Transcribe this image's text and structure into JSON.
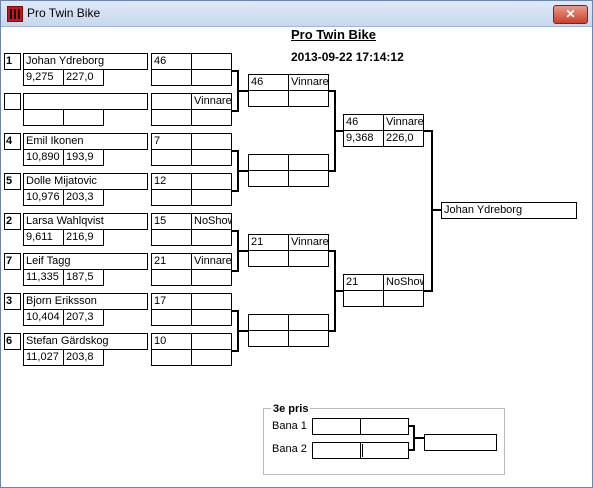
{
  "window": {
    "title": "Pro Twin Bike",
    "close_label": "✕"
  },
  "header": {
    "title": "Pro Twin Bike",
    "datetime": "2013-09-22 17:14:12"
  },
  "seeds": [
    "1",
    "4",
    "5",
    "2",
    "7",
    "3",
    "6"
  ],
  "riders": [
    {
      "name": "Johan Ydreborg",
      "t1": "9,275",
      "t2": "227,0"
    },
    {
      "name": "",
      "t1": "",
      "t2": ""
    },
    {
      "name": "Emil Ikonen",
      "t1": "10,890",
      "t2": "193,9"
    },
    {
      "name": "Dolle Mijatovic",
      "t1": "10,976",
      "t2": "203,3"
    },
    {
      "name": "Larsa Wahlqvist",
      "t1": "9,611",
      "t2": "216,9"
    },
    {
      "name": "Leif Tagg",
      "t1": "11,335",
      "t2": "187,5"
    },
    {
      "name": "Bjorn Eriksson",
      "t1": "10,404",
      "t2": "207,3"
    },
    {
      "name": "Stefan Gärdskog",
      "t1": "11,027",
      "t2": "203,8"
    }
  ],
  "r1": [
    {
      "v": "46",
      "r": ""
    },
    {
      "v": "",
      "r": "Vinnare"
    },
    {
      "v": "7",
      "r": ""
    },
    {
      "v": "12",
      "r": ""
    },
    {
      "v": "15",
      "r": "NoShow"
    },
    {
      "v": "21",
      "r": "Vinnare"
    },
    {
      "v": "17",
      "r": ""
    },
    {
      "v": "10",
      "r": ""
    }
  ],
  "r1_rows2": [
    {
      "a": "",
      "b": ""
    },
    {
      "a": "",
      "b": ""
    },
    {
      "a": "",
      "b": ""
    },
    {
      "a": "",
      "b": ""
    },
    {
      "a": "",
      "b": ""
    },
    {
      "a": "",
      "b": ""
    },
    {
      "a": "",
      "b": ""
    },
    {
      "a": "",
      "b": ""
    }
  ],
  "r2": [
    {
      "v": "46",
      "r": "Vinnare"
    },
    {
      "v": "",
      "r": ""
    },
    {
      "v": "21",
      "r": "Vinnare"
    },
    {
      "v": "",
      "r": ""
    }
  ],
  "r3": [
    {
      "v": "46",
      "r": "Vinnare",
      "t1": "9,368",
      "t2": "226,0"
    },
    {
      "v": "21",
      "r": "NoShow",
      "t1": "",
      "t2": ""
    }
  ],
  "final": {
    "winner": "Johan Ydreborg"
  },
  "third": {
    "title": "3e pris",
    "lane1": "Bana 1",
    "lane2": "Bana 2"
  }
}
